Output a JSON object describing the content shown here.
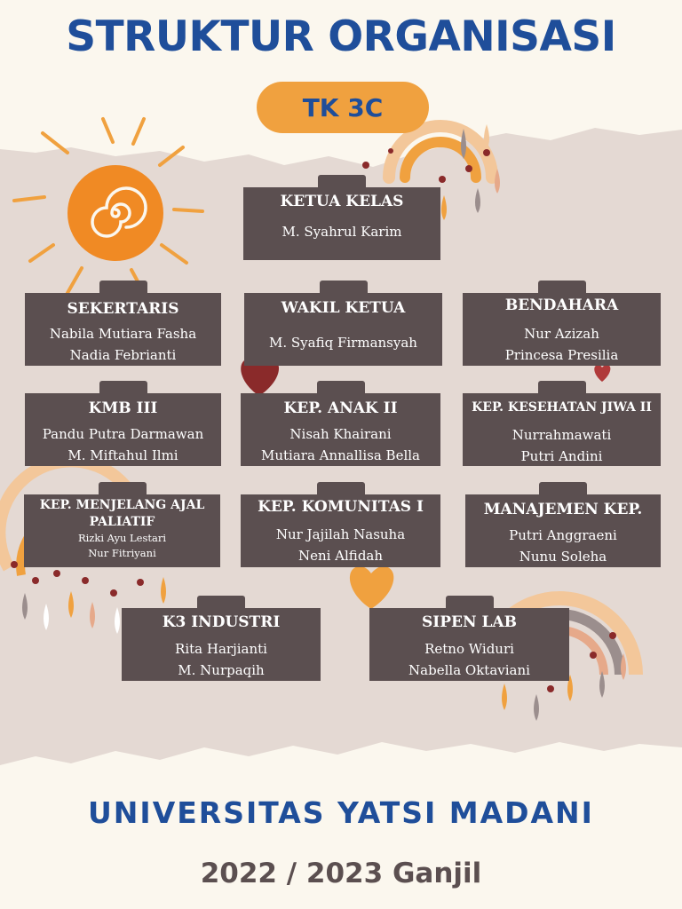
{
  "header": {
    "title": "STRUKTUR ORGANISASI",
    "class_badge": "TK 3C"
  },
  "roles": [
    {
      "key": "ketua-kelas",
      "title": "KETUA KELAS",
      "names": [
        "M. Syahrul Karim"
      ]
    },
    {
      "key": "sekertaris",
      "title": "SEKERTARIS",
      "names": [
        "Nabila Mutiara Fasha",
        "Nadia Febrianti"
      ]
    },
    {
      "key": "wakil-ketua",
      "title": "WAKIL KETUA",
      "names": [
        "M. Syafiq Firmansyah"
      ]
    },
    {
      "key": "bendahara",
      "title": "BENDAHARA",
      "names": [
        "Nur Azizah",
        "Princesa Presilia"
      ]
    },
    {
      "key": "kmb-iii",
      "title": "KMB III",
      "names": [
        "Pandu Putra Darmawan",
        "M. Miftahul Ilmi"
      ]
    },
    {
      "key": "kep-anak-ii",
      "title": "KEP. ANAK II",
      "names": [
        "Nisah Khairani",
        "Mutiara Annallisa Bella"
      ]
    },
    {
      "key": "kep-kesehatan-jiwa-ii",
      "title": "KEP. KESEHATAN JIWA II",
      "names": [
        "Nurrahmawati",
        "Putri Andini"
      ]
    },
    {
      "key": "kep-menjelang-ajal-paliatif",
      "title": "KEP. MENJELANG AJAL PALIATIF",
      "names": [
        "Rizki Ayu Lestari",
        "Nur Fitriyani"
      ]
    },
    {
      "key": "kep-komunitas-i",
      "title": "KEP. KOMUNITAS I",
      "names": [
        "Nur Jajilah Nasuha",
        "Neni Alfidah"
      ]
    },
    {
      "key": "manajemen-kep",
      "title": "MANAJEMEN KEP.",
      "names": [
        "Putri Anggraeni",
        "Nunu Soleha"
      ]
    },
    {
      "key": "k3-industri",
      "title": "K3 INDUSTRI",
      "names": [
        "Rita Harjianti",
        "M. Nurpaqih"
      ]
    },
    {
      "key": "sipen-lab",
      "title": "SIPEN LAB",
      "names": [
        "Retno Widuri",
        "Nabella Oktaviani"
      ]
    }
  ],
  "footer": {
    "university": "UNIVERSITAS YATSI MADANI",
    "period": "2022 / 2023 Ganjil"
  },
  "colors": {
    "background": "#fbf7ee",
    "paper_band": "#e4d9d3",
    "title_blue": "#1f4e9a",
    "box": "#5b4f50",
    "orange": "#f0a13f"
  }
}
